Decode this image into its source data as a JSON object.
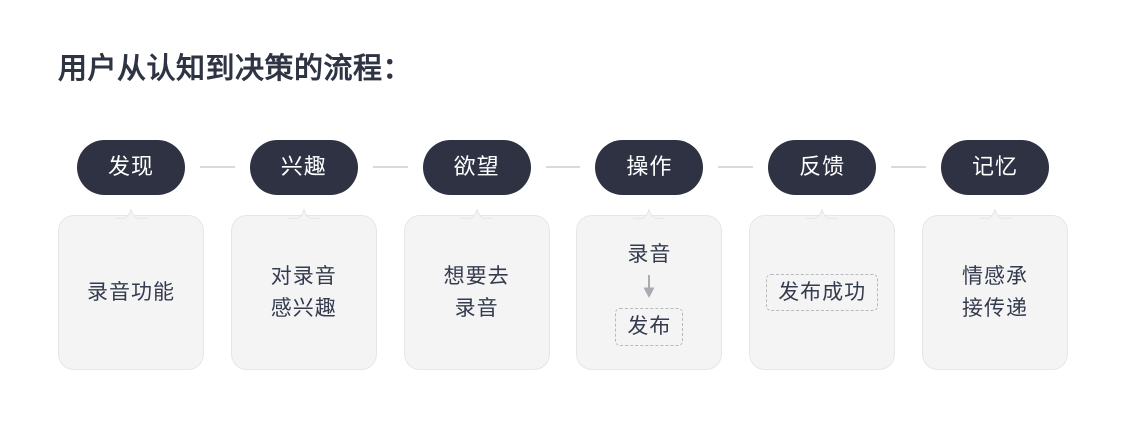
{
  "title": "用户从认知到决策的流程：",
  "colors": {
    "pill_bg": "#2e3243",
    "pill_text": "#ffffff",
    "card_bg": "#f4f4f5",
    "card_border": "#e6e6e8",
    "card_text": "#343b4e",
    "connector": "#d9dade",
    "dashed_border": "#b8b9be",
    "arrow": "#a9abb3",
    "title_text": "#2f3444",
    "page_bg": "#ffffff"
  },
  "stages": [
    {
      "label": "发现"
    },
    {
      "label": "兴趣"
    },
    {
      "label": "欲望"
    },
    {
      "label": "操作"
    },
    {
      "label": "反馈"
    },
    {
      "label": "记忆"
    }
  ],
  "cards": [
    {
      "lines": [
        "录音功能"
      ],
      "dashed": [],
      "arrow": false
    },
    {
      "lines": [
        "对录音",
        "感兴趣"
      ],
      "dashed": [],
      "arrow": false
    },
    {
      "lines": [
        "想要去",
        "录音"
      ],
      "dashed": [],
      "arrow": false
    },
    {
      "lines": [
        "录音"
      ],
      "dashed": [
        "发布"
      ],
      "arrow": true,
      "arrow_glyph": "↓"
    },
    {
      "lines": [],
      "dashed": [
        "发布成功"
      ],
      "arrow": false
    },
    {
      "lines": [
        "情感承",
        "接传递"
      ],
      "dashed": [],
      "arrow": false
    }
  ]
}
